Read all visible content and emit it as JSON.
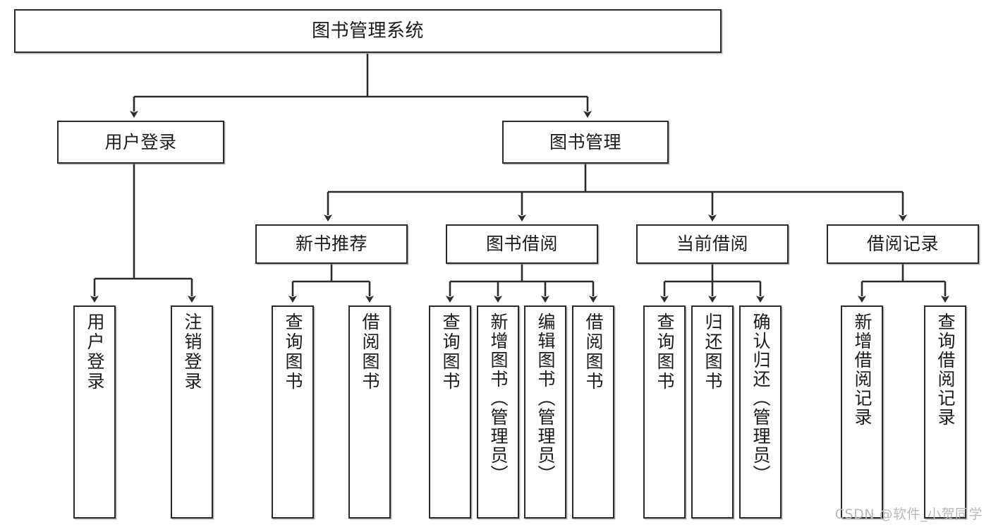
{
  "diagram": {
    "title": "图书管理系统",
    "type": "hierarchy-tree",
    "watermark": "CSDN @软件_小贺同学",
    "colors": {
      "border": "#2b2b2b",
      "background": "#ffffff",
      "text": "#1b1b1b",
      "watermark": "#b9b9b9"
    },
    "levels": {
      "level1": [
        "图书管理系统"
      ],
      "level2": [
        "用户登录",
        "图书管理"
      ],
      "level3": [
        "新书推荐",
        "图书借阅",
        "当前借阅",
        "借阅记录"
      ],
      "level4": [
        "用户登录",
        "注销登录",
        "查询图书",
        "借阅图书",
        "查询图书",
        "新增图书（管理员）",
        "编辑图书（管理员）",
        "借阅图书",
        "查询图书",
        "归还图书",
        "确认归还（管理员）",
        "新增借阅记录",
        "查询借阅记录"
      ]
    },
    "nodes": {
      "root": {
        "label": "图书管理系统"
      },
      "user_login": {
        "label": "用户登录"
      },
      "book_manage": {
        "label": "图书管理"
      },
      "new_book_rec": {
        "label": "新书推荐"
      },
      "book_borrow": {
        "label": "图书借阅"
      },
      "current_borrow": {
        "label": "当前借阅"
      },
      "borrow_record": {
        "label": "借阅记录"
      },
      "leaf_user_login": {
        "label": "用户登录"
      },
      "leaf_logout": {
        "label": "注销登录"
      },
      "leaf_query_book_1": {
        "label": "查询图书"
      },
      "leaf_borrow_book_1": {
        "label": "借阅图书"
      },
      "leaf_query_book_2": {
        "label": "查询图书"
      },
      "leaf_add_book": {
        "label": "新增图书（管理员）"
      },
      "leaf_edit_book": {
        "label": "编辑图书（管理员）"
      },
      "leaf_borrow_book_2": {
        "label": "借阅图书"
      },
      "leaf_query_book_3": {
        "label": "查询图书"
      },
      "leaf_return_book": {
        "label": "归还图书"
      },
      "leaf_confirm_return": {
        "label": "确认归还（管理员）"
      },
      "leaf_add_record": {
        "label": "新增借阅记录"
      },
      "leaf_query_record": {
        "label": "查询借阅记录"
      }
    }
  }
}
